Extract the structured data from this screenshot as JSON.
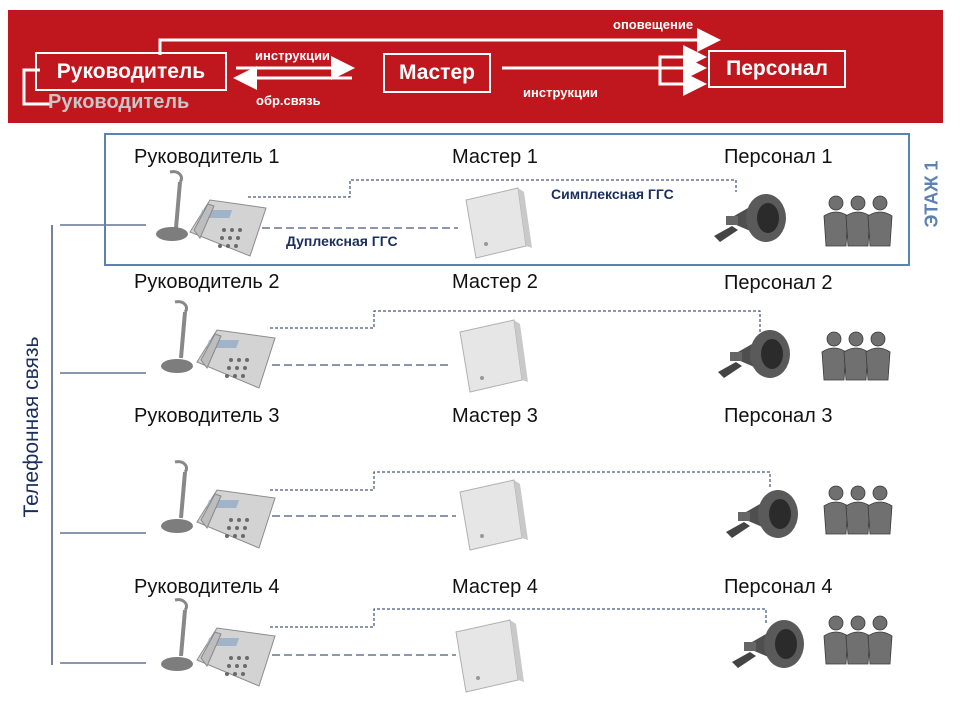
{
  "header": {
    "boss_label": "Руководитель",
    "boss_ghost_label": "Руководитель",
    "master_label": "Мастер",
    "staff_label": "Персонал",
    "notify_label": "оповещение",
    "instructions_top_label": "инструкции",
    "feedback_label": "обр.связь",
    "instructions_bottom_label": "инструкции"
  },
  "floor": {
    "label": "ЭТАЖ 1"
  },
  "links": {
    "simplex_label": "Симплексная ГГС",
    "duplex_label": "Дуплексная ГГС",
    "phone_label": "Телефонная связь"
  },
  "rows": [
    {
      "boss": "Руководитель 1",
      "master": "Мастер 1",
      "staff": "Персонал 1"
    },
    {
      "boss": "Руководитель 2",
      "master": "Мастер 2",
      "staff": "Персонал 2"
    },
    {
      "boss": "Руководитель 3",
      "master": "Мастер 3",
      "staff": "Персонал 3"
    },
    {
      "boss": "Руководитель 4",
      "master": "Мастер 4",
      "staff": "Персонал 4"
    }
  ],
  "icons": {
    "desk": "desk-phone-microphone-icon",
    "master": "intercom-panel-icon",
    "speaker": "horn-speaker-icon",
    "people": "workers-group-icon"
  },
  "colors": {
    "banner": "#c0171e",
    "floor_frame": "#5b82b0",
    "text_accent": "#1a2e5c"
  }
}
